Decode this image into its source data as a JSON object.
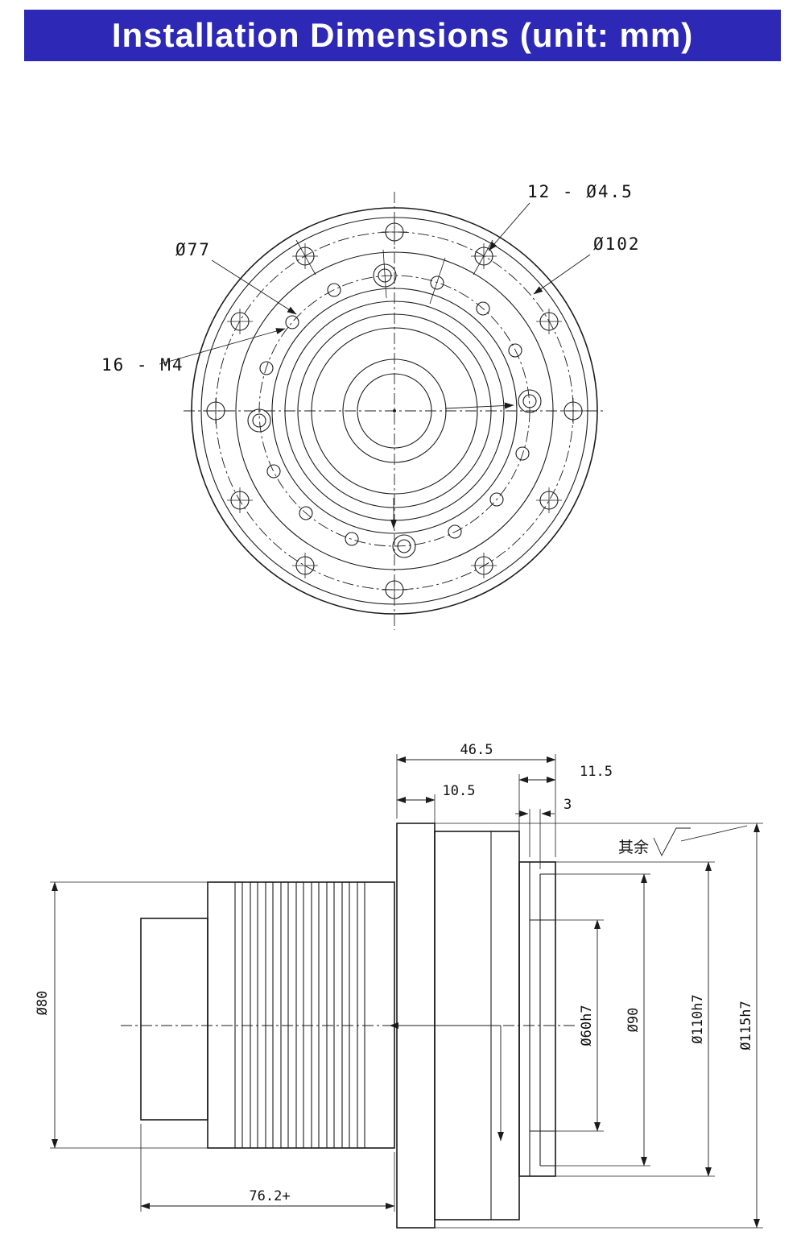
{
  "header": {
    "title": "Installation Dimensions (unit: mm)"
  },
  "colors": {
    "header_bg": "#2d28b5",
    "header_text": "#ffffff",
    "line": "#1b1b1b"
  },
  "front_view": {
    "labels": {
      "outer_holes": "12 - Ø4.5",
      "outer_bolt_circle": "Ø102",
      "inner_bolt_circle": "Ø77",
      "inner_holes": "16 - M4"
    }
  },
  "side_view": {
    "dims": {
      "depth_total": "46.5",
      "depth_front": "11.5",
      "flange_thickness": "10.5",
      "step": "3",
      "body_diameter": "Ø80",
      "motor_length": "76.2+",
      "bore_diameter": "Ø60h7",
      "recess_diameter": "Ø90",
      "spigot_diameter": "Ø110h7",
      "flange_diameter": "Ø115h7",
      "surface_note": "其余"
    }
  }
}
